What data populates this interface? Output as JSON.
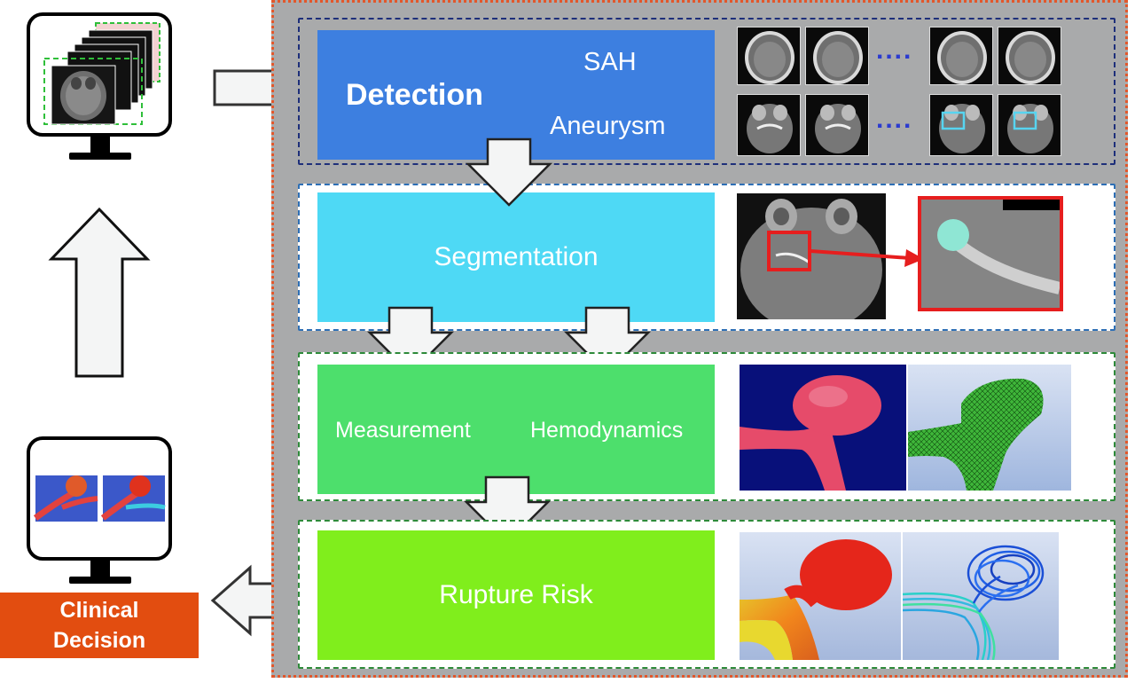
{
  "stages": {
    "detection": {
      "title": "Detection",
      "sub1": "SAH",
      "sub2": "Aneurysm",
      "ellipsis_top": "....",
      "ellipsis_bottom": "...."
    },
    "segmentation": {
      "title": "Segmentation"
    },
    "analysis": {
      "left": "Measurement",
      "right": "Hemodynamics"
    },
    "rupture": {
      "title": "Rupture Risk"
    }
  },
  "decision": {
    "line1": "Clinical",
    "line2": "Decision"
  },
  "colors": {
    "detection": "#3d7fe0",
    "segmentation": "#4ed9f5",
    "analysis": "#4ddf6c",
    "rupture": "#80ee1c",
    "decision": "#e24d10",
    "panel": "#a9aaab",
    "border_detection": "#1e2f7a",
    "border_segmentation": "#2e6fb5",
    "border_analysis": "#2e8a3a"
  }
}
